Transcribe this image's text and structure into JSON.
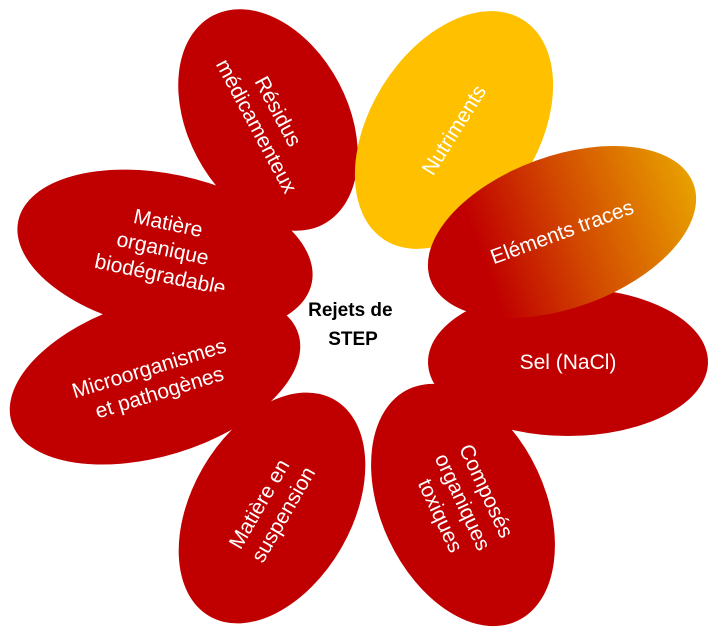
{
  "center": {
    "line1": "Rejets de",
    "line2": "STEP"
  },
  "colors": {
    "red": "#c00000",
    "yellow": "#ffc000",
    "gradient_dark": "#c00000",
    "gradient_light": "#e8a000",
    "text": "#ffffff",
    "center_text": "#000000"
  },
  "petals": [
    {
      "id": "residus",
      "color": "red",
      "lines": [
        "Résidus",
        "médicamenteux"
      ]
    },
    {
      "id": "nutriments",
      "color": "yellow",
      "lines": [
        "Nutriments"
      ]
    },
    {
      "id": "elements",
      "color": "gradient",
      "lines": [
        "Eléments traces"
      ]
    },
    {
      "id": "sel",
      "color": "red",
      "lines": [
        "Sel (NaCl)"
      ]
    },
    {
      "id": "composes",
      "color": "red",
      "lines": [
        "Composés",
        "organiques",
        "toxiques"
      ]
    },
    {
      "id": "matiere-suspension",
      "color": "red",
      "lines": [
        "Matière en",
        "suspension"
      ]
    },
    {
      "id": "microorganismes",
      "color": "red",
      "lines": [
        "Microorganismes",
        "et pathogènes"
      ]
    },
    {
      "id": "matiere-organique",
      "color": "red",
      "lines": [
        "Matière",
        "organique",
        "biodégradable"
      ]
    }
  ]
}
